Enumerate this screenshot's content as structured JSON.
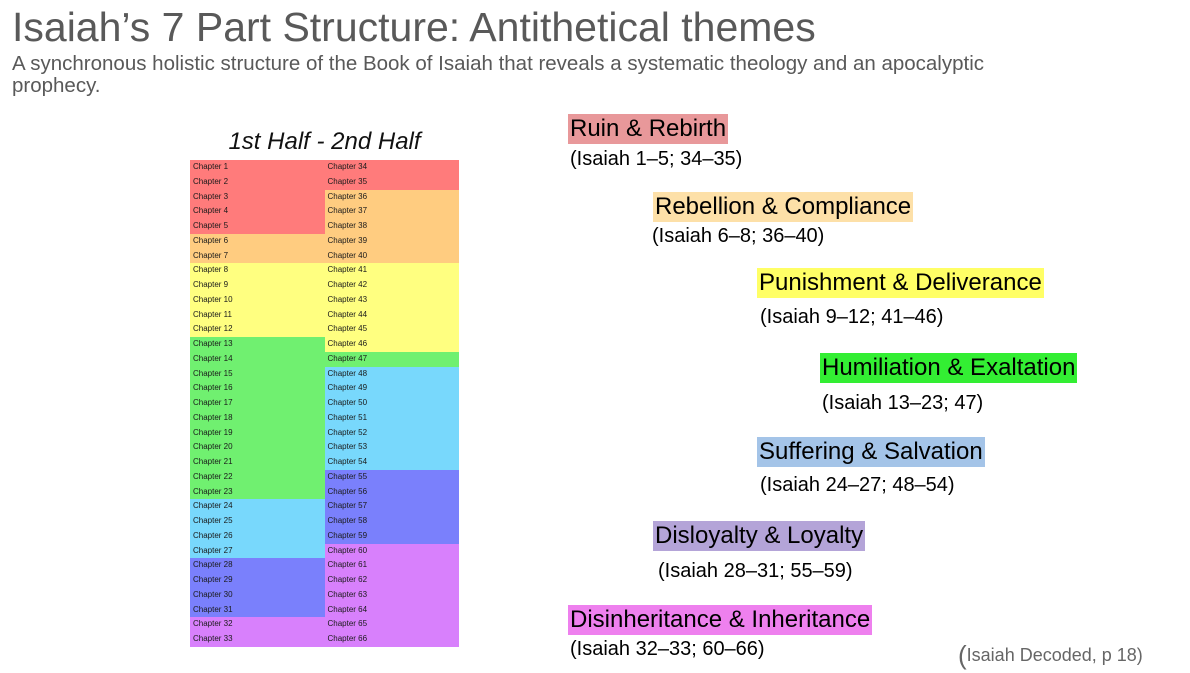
{
  "title": "Isaiah’s 7 Part Structure: Antithetical themes",
  "subtitle": "A synchronous holistic structure of the Book of Isaiah that reveals a systematic theology and an apocalyptic prophecy.",
  "table": {
    "heading": "1st Half - 2nd Half",
    "group_colors": [
      "#ff7b7b",
      "#ffcc80",
      "#ffff80",
      "#70f070",
      "#78d8fc",
      "#7a80fc",
      "#d880fc"
    ],
    "left": [
      {
        "label": "Chapter 1",
        "group": 0
      },
      {
        "label": "Chapter 2",
        "group": 0
      },
      {
        "label": "Chapter 3",
        "group": 0
      },
      {
        "label": "Chapter 4",
        "group": 0
      },
      {
        "label": "Chapter 5",
        "group": 0
      },
      {
        "label": "Chapter 6",
        "group": 1
      },
      {
        "label": "Chapter 7",
        "group": 1
      },
      {
        "label": "Chapter 8",
        "group": 2
      },
      {
        "label": "Chapter 9",
        "group": 2
      },
      {
        "label": "Chapter 10",
        "group": 2
      },
      {
        "label": "Chapter 11",
        "group": 2
      },
      {
        "label": "Chapter 12",
        "group": 2
      },
      {
        "label": "Chapter 13",
        "group": 3
      },
      {
        "label": "Chapter 14",
        "group": 3
      },
      {
        "label": "Chapter 15",
        "group": 3
      },
      {
        "label": "Chapter 16",
        "group": 3
      },
      {
        "label": "Chapter 17",
        "group": 3
      },
      {
        "label": "Chapter 18",
        "group": 3
      },
      {
        "label": "Chapter 19",
        "group": 3
      },
      {
        "label": "Chapter 20",
        "group": 3
      },
      {
        "label": "Chapter 21",
        "group": 3
      },
      {
        "label": "Chapter 22",
        "group": 3
      },
      {
        "label": "Chapter 23",
        "group": 3
      },
      {
        "label": "Chapter 24",
        "group": 4
      },
      {
        "label": "Chapter 25",
        "group": 4
      },
      {
        "label": "Chapter 26",
        "group": 4
      },
      {
        "label": "Chapter 27",
        "group": 4
      },
      {
        "label": "Chapter 28",
        "group": 5
      },
      {
        "label": "Chapter 29",
        "group": 5
      },
      {
        "label": "Chapter 30",
        "group": 5
      },
      {
        "label": "Chapter 31",
        "group": 5
      },
      {
        "label": "Chapter 32",
        "group": 6
      },
      {
        "label": "Chapter 33",
        "group": 6
      }
    ],
    "right": [
      {
        "label": "Chapter 34",
        "group": 0
      },
      {
        "label": "Chapter 35",
        "group": 0
      },
      {
        "label": "Chapter 36",
        "group": 1
      },
      {
        "label": "Chapter 37",
        "group": 1
      },
      {
        "label": "Chapter 38",
        "group": 1
      },
      {
        "label": "Chapter 39",
        "group": 1
      },
      {
        "label": "Chapter 40",
        "group": 1
      },
      {
        "label": "Chapter 41",
        "group": 2
      },
      {
        "label": "Chapter 42",
        "group": 2
      },
      {
        "label": "Chapter 43",
        "group": 2
      },
      {
        "label": "Chapter 44",
        "group": 2
      },
      {
        "label": "Chapter 45",
        "group": 2
      },
      {
        "label": "Chapter 46",
        "group": 2
      },
      {
        "label": "Chapter 47",
        "group": 3
      },
      {
        "label": "Chapter 48",
        "group": 4
      },
      {
        "label": "Chapter 49",
        "group": 4
      },
      {
        "label": "Chapter 50",
        "group": 4
      },
      {
        "label": "Chapter 51",
        "group": 4
      },
      {
        "label": "Chapter 52",
        "group": 4
      },
      {
        "label": "Chapter 53",
        "group": 4
      },
      {
        "label": "Chapter 54",
        "group": 4
      },
      {
        "label": "Chapter 55",
        "group": 5
      },
      {
        "label": "Chapter 56",
        "group": 5
      },
      {
        "label": "Chapter 57",
        "group": 5
      },
      {
        "label": "Chapter 58",
        "group": 5
      },
      {
        "label": "Chapter 59",
        "group": 5
      },
      {
        "label": "Chapter 60",
        "group": 6
      },
      {
        "label": "Chapter 61",
        "group": 6
      },
      {
        "label": "Chapter 62",
        "group": 6
      },
      {
        "label": "Chapter 63",
        "group": 6
      },
      {
        "label": "Chapter 64",
        "group": 6
      },
      {
        "label": "Chapter 65",
        "group": 6
      },
      {
        "label": "Chapter 66",
        "group": 6
      }
    ]
  },
  "themes": [
    {
      "label": "Ruin & Rebirth",
      "ref": "(Isaiah 1–5; 34–35)",
      "color": "#e8989a"
    },
    {
      "label": "Rebellion & Compliance",
      "ref": "(Isaiah 6–8; 36–40)",
      "color": "#fde0a8"
    },
    {
      "label": "Punishment & Deliverance",
      "ref": "(Isaiah 9–12; 41–46)",
      "color": "#ffff66"
    },
    {
      "label": "Humiliation & Exaltation",
      "ref": "(Isaiah 13–23; 47)",
      "color": "#33ee33"
    },
    {
      "label": "Suffering & Salvation",
      "ref": "(Isaiah 24–27; 48–54)",
      "color": "#a4c4e8"
    },
    {
      "label": "Disloyalty & Loyalty",
      "ref": "(Isaiah 28–31; 55–59)",
      "color": "#b4a4d8"
    },
    {
      "label": "Disinheritance & Inheritance",
      "ref": "(Isaiah 32–33; 60–66)",
      "color": "#ee80ee"
    }
  ],
  "citation": {
    "open": "(",
    "text": "Isaiah Decoded, p 18)"
  }
}
